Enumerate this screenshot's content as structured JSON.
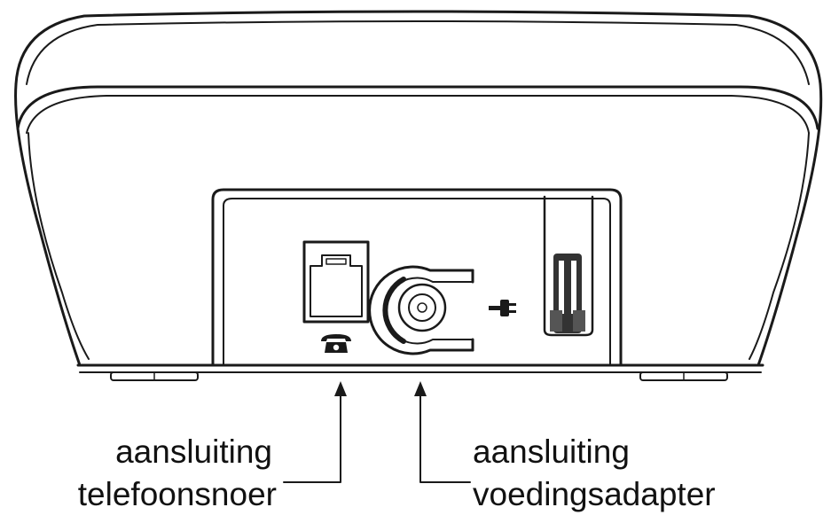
{
  "labels": {
    "phone": [
      "aansluiting",
      "telefoonsnoer"
    ],
    "power": [
      "aansluiting",
      "voedingsadapter"
    ]
  },
  "colors": {
    "line": "#1a1a1a",
    "text": "#111111",
    "background": "#ffffff"
  },
  "icons": {
    "phone_port": "rj11-jack-icon",
    "phone_symbol": "telephone-icon",
    "power_port": "dc-power-jack-icon",
    "power_symbol": "plug-icon",
    "cable_clip": "cable-clip-icon",
    "arrows": "arrow-up-icon"
  }
}
